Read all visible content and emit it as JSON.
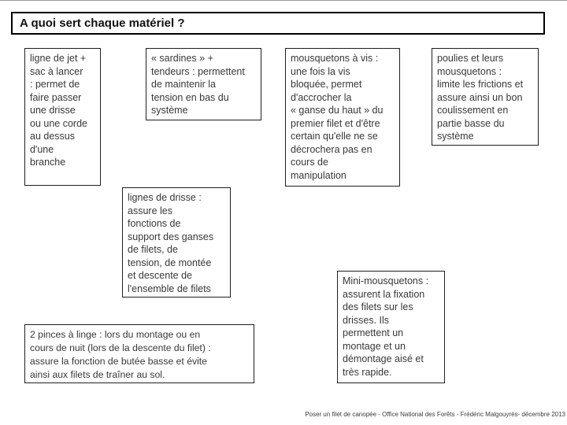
{
  "slide": {
    "title": "A quoi sert chaque matériel ?",
    "notes": [
      {
        "id": "ligne-de-jet",
        "text": "ligne de jet +\nsac à lancer\n: permet de\nfaire passer\nune drisse\nou une corde\nau dessus\nd'une\nbranche"
      },
      {
        "id": "sardines-tendeurs",
        "text": "« sardines » +\ntendeurs : permettent\nde maintenir la\ntension en bas du\nsystème"
      },
      {
        "id": "mousquetons-a-vis",
        "text": "mousquetons à vis :\nune fois la vis\nbloquée, permet\nd'accrocher la\n« ganse du haut » du\npremier filet et d'être\ncertain qu'elle ne se\ndécrochera pas en\ncours de\nmanipulation"
      },
      {
        "id": "poulies",
        "text": "poulies et leurs\nmousquetons :\nlimite les frictions et\nassure ainsi un bon\ncoulissement en\npartie basse du\nsystème"
      },
      {
        "id": "lignes-de-drisse",
        "text": "lignes de drisse :\nassure les\nfonctions de\nsupport des ganses\nde filets, de\ntension, de montée\net descente de\nl'ensemble de filets"
      },
      {
        "id": "pinces-a-linge",
        "text": "2 pinces à linge : lors du montage ou en\ncours de nuit (lors de la descente du filet) :\nassure la fonction de butée basse et évite\nainsi aux filets de traîner au sol."
      },
      {
        "id": "mini-mousquetons",
        "text": "Mini-mousquetons :\nassurent la fixation\ndes filets sur les\ndrisses. Ils\npermettent un\nmontage et un\ndémontage aisé et\ntrès rapide."
      }
    ],
    "footer": "Poser un filet de canopée - Office National des Forêts - Frédéric Malgouyrès- décembre 2013"
  },
  "colors": {
    "background": "#ffffff",
    "box_border": "#1f1f1f",
    "title_border": "#000000",
    "body_text": "#383838",
    "footer_text": "#3c3c3c"
  }
}
